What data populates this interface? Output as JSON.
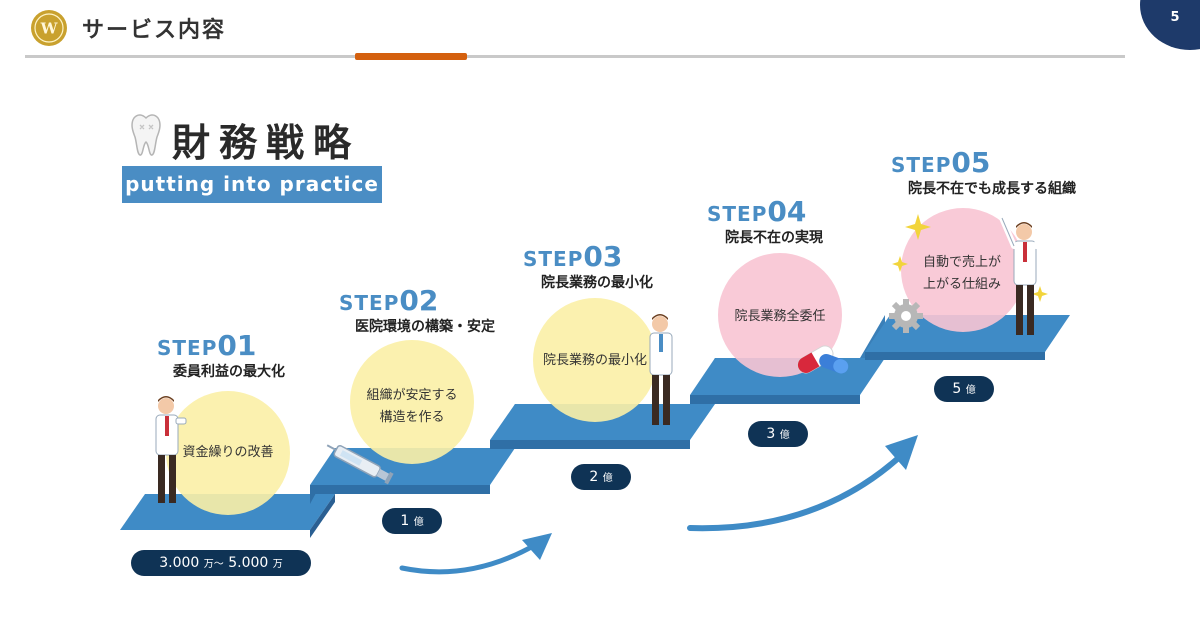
{
  "header": {
    "logo": "W",
    "title": "サービス内容",
    "page_number": "5"
  },
  "main": {
    "title": "財務戦略",
    "subtitle": "putting into practice",
    "title_icon": "tooth-icon"
  },
  "steps": [
    {
      "step_word": "STEP",
      "step_num": "01",
      "description": "委員利益の最大化",
      "circle_lines": [
        "資金繰りの改善"
      ],
      "circle_color": "#fbefa6",
      "amount": "3.000",
      "amount_unit": "万〜",
      "amount2": "5.000",
      "amount2_unit": "万"
    },
    {
      "step_word": "STEP",
      "step_num": "02",
      "description": "医院環境の構築・安定",
      "circle_lines": [
        "組織が安定する",
        "構造を作る"
      ],
      "circle_color": "#fbefa6",
      "amount": "1",
      "amount_unit": "億"
    },
    {
      "step_word": "STEP",
      "step_num": "03",
      "description": "院長業務の最小化",
      "circle_lines": [
        "院長業務の最小化"
      ],
      "circle_color": "#fbefa6",
      "amount": "2",
      "amount_unit": "億"
    },
    {
      "step_word": "STEP",
      "step_num": "04",
      "description": "院長不在の実現",
      "circle_lines": [
        "院長業務全委任"
      ],
      "circle_color": "#f8c4d3",
      "amount": "3",
      "amount_unit": "億"
    },
    {
      "step_word": "STEP",
      "step_num": "05",
      "description": "院長不在でも成長する組織",
      "circle_lines": [
        "自動で売上が",
        "上がる仕組み"
      ],
      "circle_color": "#f8c4d3",
      "amount": "5",
      "amount_unit": "億"
    }
  ],
  "colors": {
    "stair_top": "#3f8bc6",
    "stair_front": "#2f6fa6",
    "navy": "#0f3355",
    "accent_orange": "#d4600e",
    "logo_gold": "#c9a12e"
  },
  "decorations": [
    "doctor-icon",
    "syringe-icon",
    "capsule-icon",
    "gear-icon",
    "sparkle-icon",
    "growth-arrow-icon"
  ]
}
